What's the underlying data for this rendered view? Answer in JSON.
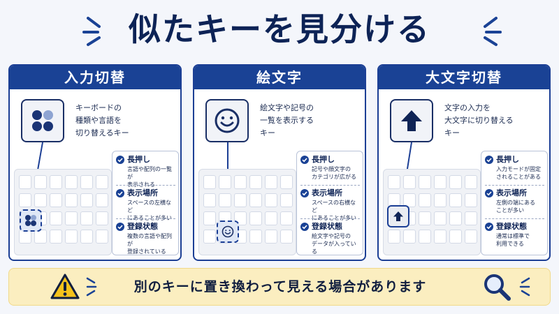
{
  "title": "似たキーを見分ける",
  "cards": [
    {
      "header": "入力切替",
      "icon": "four-dots-icon",
      "description": "キーボードの\n種類や言語を\n切り替えるキー",
      "items": [
        {
          "head": "長押し",
          "body": "言語や配列の一覧が\n表示される"
        },
        {
          "head": "表示場所",
          "body": "スペースの左横など\nにあることが多い"
        },
        {
          "head": "登録状態",
          "body": "複数の言語や配列が\n登録されている"
        }
      ]
    },
    {
      "header": "絵文字",
      "icon": "smiley-face-icon",
      "description": "絵文字や記号の\n一覧を表示する\nキー",
      "items": [
        {
          "head": "長押し",
          "body": "記号や顔文字の\nカテゴリが広がる"
        },
        {
          "head": "表示場所",
          "body": "スペースの右横など\nにあることが多い"
        },
        {
          "head": "登録状態",
          "body": "絵文字や記号の\nデータが入っている"
        }
      ]
    },
    {
      "header": "大文字切替",
      "icon": "up-arrow-icon",
      "description": "文字の入力を\n大文字に切り替える\nキー",
      "items": [
        {
          "head": "長押し",
          "body": "入力モードが固定\nされることがある"
        },
        {
          "head": "表示場所",
          "body": "左側の端にある\nことが多い"
        },
        {
          "head": "登録状態",
          "body": "通常は標準で\n利用できる"
        }
      ]
    }
  ],
  "banner": {
    "text": "別のキーに置き換わって見える場合があります",
    "left_icon": "warning-icon",
    "right_icon": "magnifier-icon"
  },
  "colors": {
    "navy": "#1a4295",
    "dark_text": "#0d2356",
    "banner_bg": "#fbeec0",
    "warning": "#f5c21b"
  }
}
